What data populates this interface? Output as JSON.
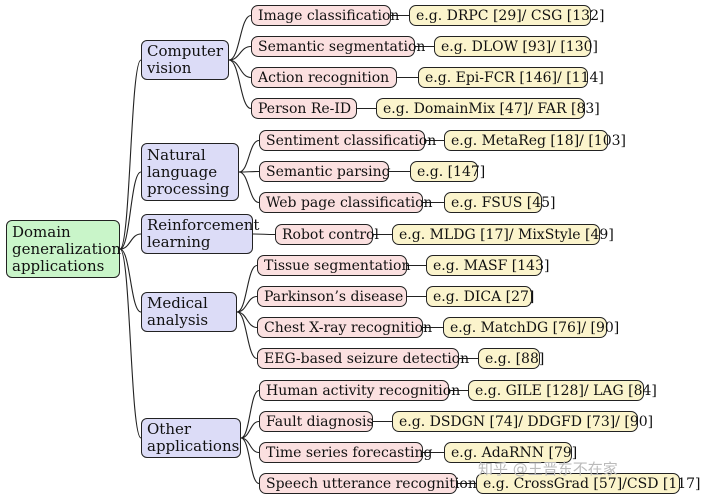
{
  "root": {
    "label": "Domain generalization applications"
  },
  "categories": [
    {
      "label": "Computer vision",
      "tasks": [
        {
          "task": "Image classification",
          "example": "e.g. DRPC [29]/ CSG [132]"
        },
        {
          "task": "Semantic segmentation",
          "example": "e.g. DLOW [93]/ [130]"
        },
        {
          "task": "Action recognition",
          "example": "e.g. Epi-FCR [146]/ [114]"
        },
        {
          "task": "Person Re-ID",
          "example": "e.g. DomainMix [47]/ FAR [83]"
        }
      ]
    },
    {
      "label": "Natural language processing",
      "tasks": [
        {
          "task": "Sentiment classification",
          "example": "e.g. MetaReg [18]/ [103]"
        },
        {
          "task": "Semantic parsing",
          "example": "e.g. [147]"
        },
        {
          "task": "Web page classification",
          "example": "e.g. FSUS [45]"
        }
      ]
    },
    {
      "label": "Reinforcement learning",
      "tasks": [
        {
          "task": "Robot control",
          "example": "e.g. MLDG [17]/ MixStyle [49]"
        }
      ]
    },
    {
      "label": "Medical analysis",
      "tasks": [
        {
          "task": "Tissue segmentation",
          "example": "e.g. MASF [143]"
        },
        {
          "task": "Parkinson’s disease",
          "example": "e.g. DICA [27]"
        },
        {
          "task": "Chest X-ray recognition",
          "example": "e.g. MatchDG [76]/ [90]"
        },
        {
          "task": "EEG-based seizure detection",
          "example": "e.g. [88]"
        }
      ]
    },
    {
      "label": "Other applications",
      "tasks": [
        {
          "task": "Human activity recognition",
          "example": "e.g. GILE [128]/ LAG [84]"
        },
        {
          "task": "Fault diagnosis",
          "example": "e.g. DSDGN [74]/ DDGFD [73]/ [90]"
        },
        {
          "task": "Time series forecasting",
          "example": "e.g. AdaRNN [79]"
        },
        {
          "task": "Speech utterance recognition",
          "example": "e.g. CrossGrad [57]/CSD [117]"
        }
      ]
    }
  ],
  "watermark": "知乎 @王晋东不在家"
}
